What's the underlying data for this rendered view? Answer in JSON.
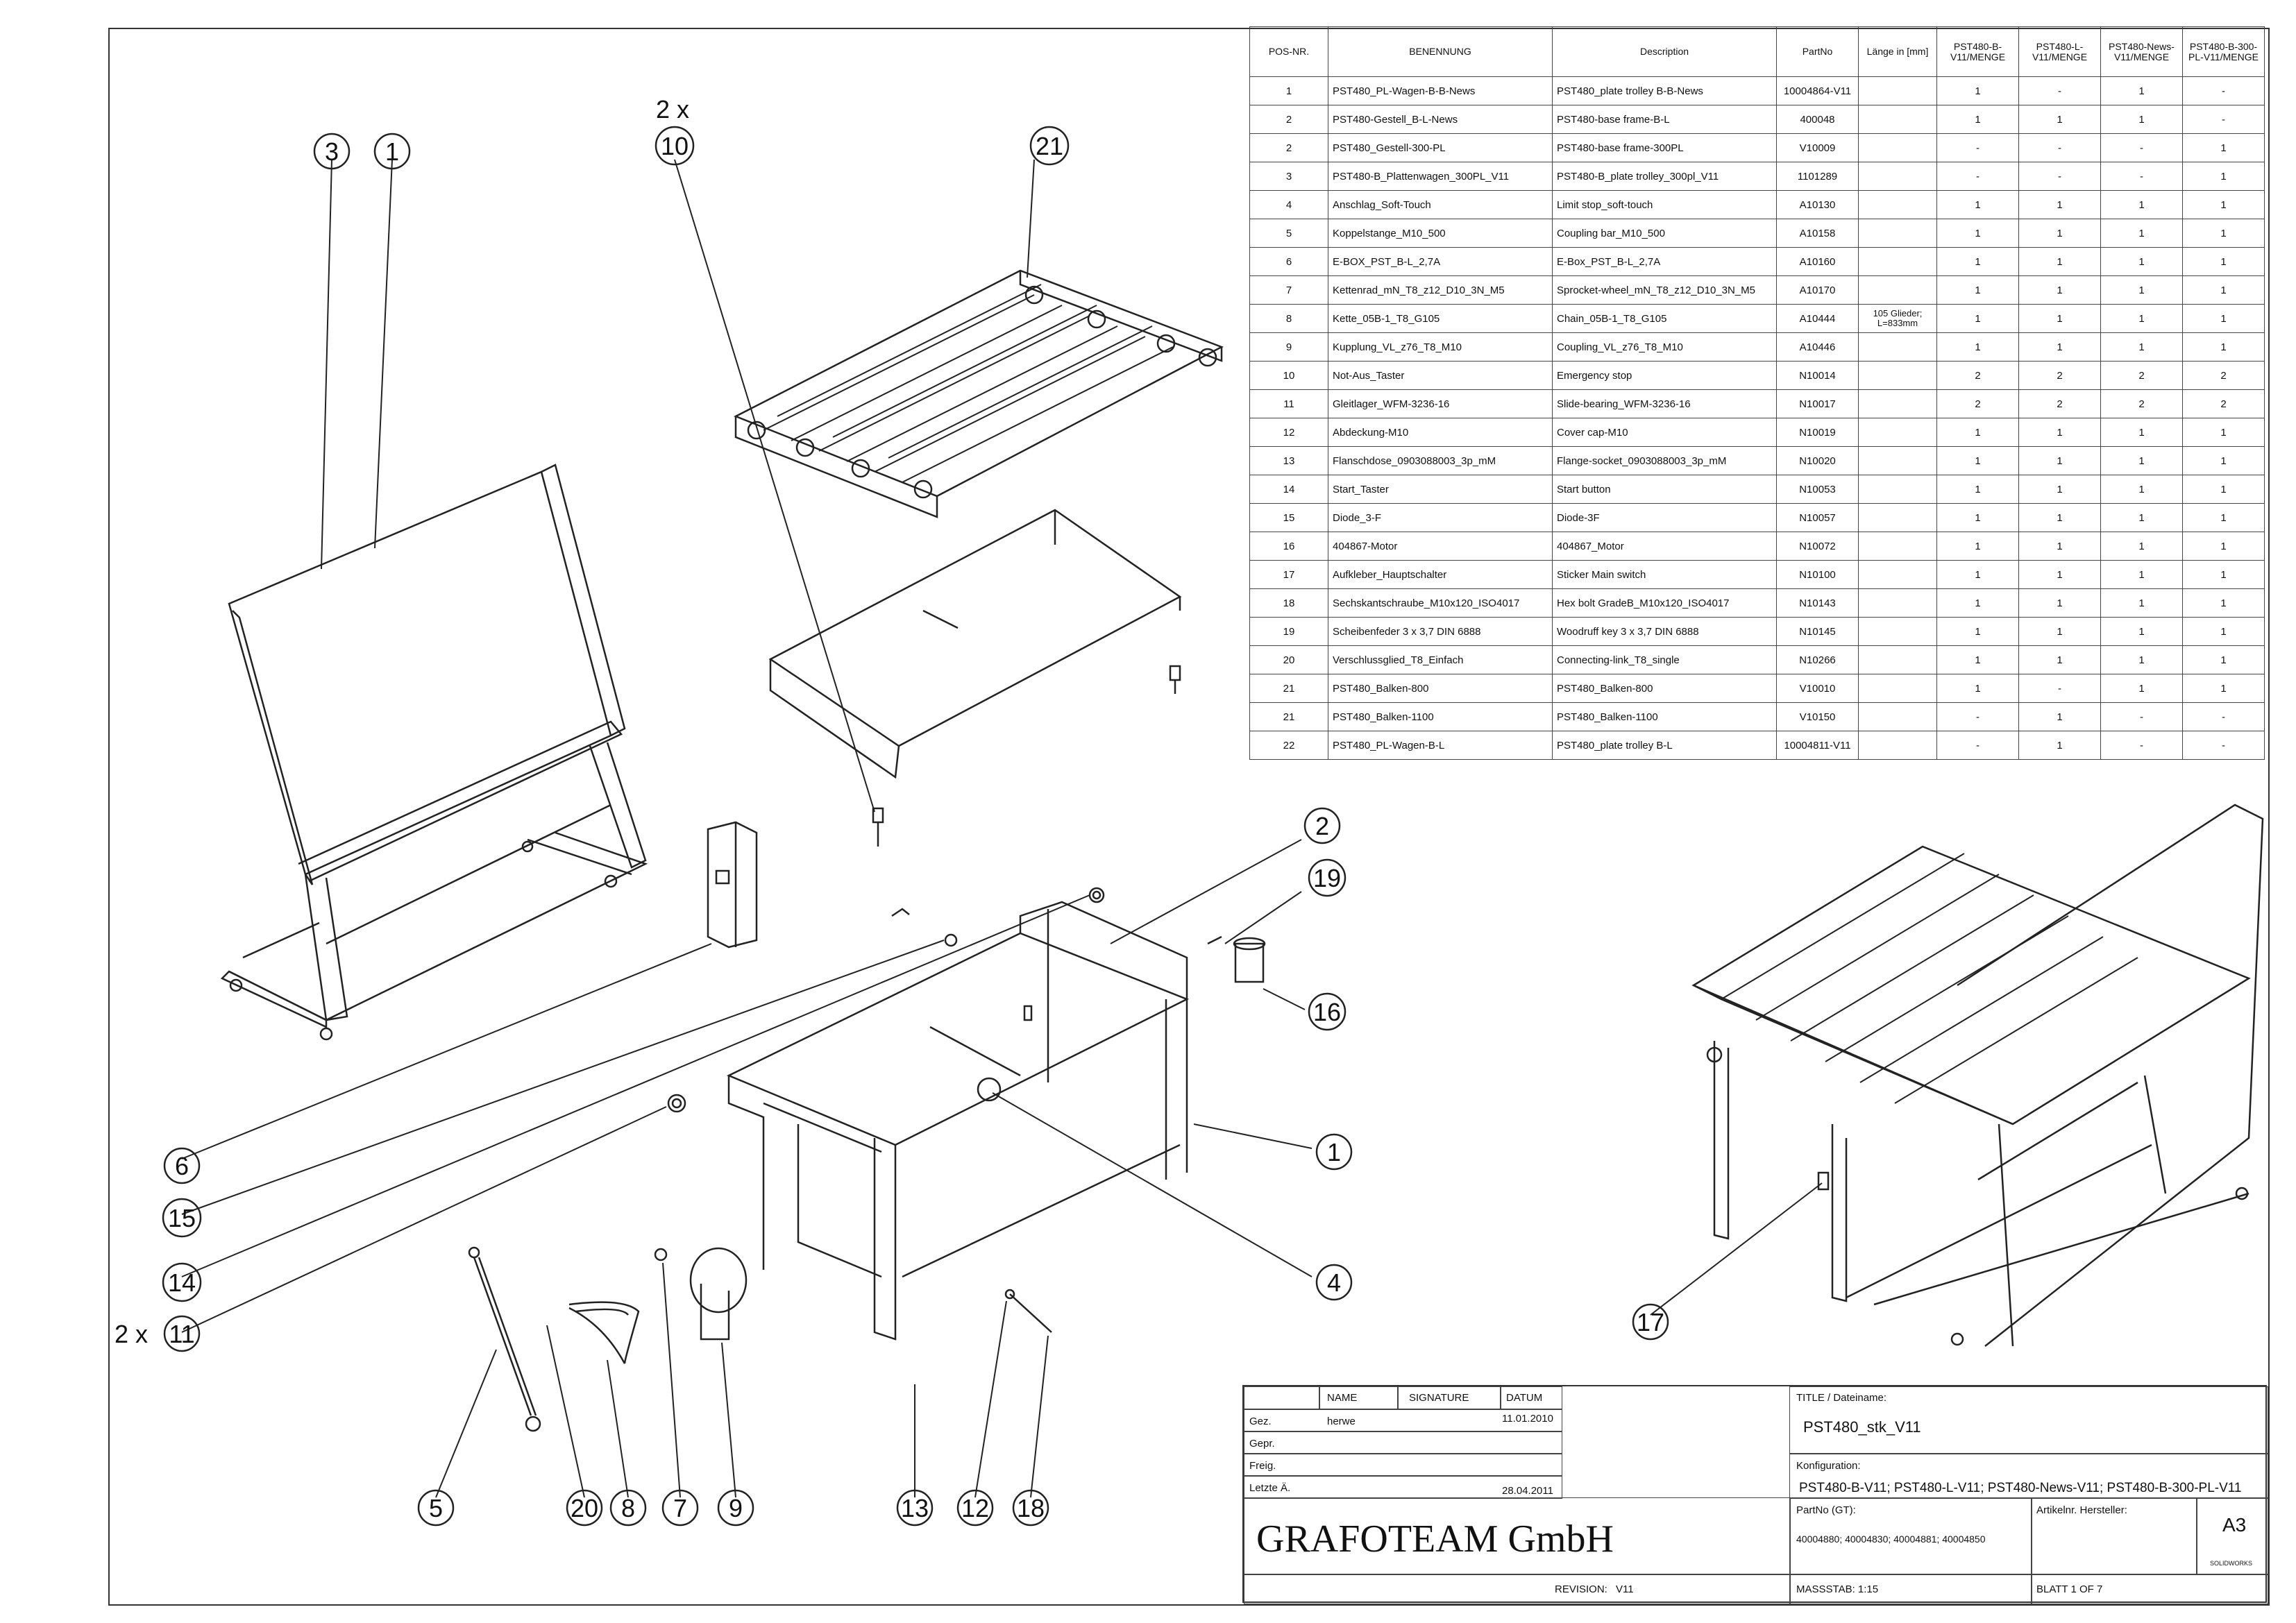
{
  "multiplier_10": "2 x",
  "multiplier_11": "2 x",
  "balloons": [
    {
      "id": "b-3",
      "label": "3"
    },
    {
      "id": "b-1a",
      "label": "1"
    },
    {
      "id": "b-10",
      "label": "10"
    },
    {
      "id": "b-21",
      "label": "21"
    },
    {
      "id": "b-2",
      "label": "2"
    },
    {
      "id": "b-19",
      "label": "19"
    },
    {
      "id": "b-16",
      "label": "16"
    },
    {
      "id": "b-1b",
      "label": "1"
    },
    {
      "id": "b-6",
      "label": "6"
    },
    {
      "id": "b-15",
      "label": "15"
    },
    {
      "id": "b-14",
      "label": "14"
    },
    {
      "id": "b-11",
      "label": "11"
    },
    {
      "id": "b-4",
      "label": "4"
    },
    {
      "id": "b-17",
      "label": "17"
    },
    {
      "id": "b-5",
      "label": "5"
    },
    {
      "id": "b-20",
      "label": "20"
    },
    {
      "id": "b-8",
      "label": "8"
    },
    {
      "id": "b-7",
      "label": "7"
    },
    {
      "id": "b-9",
      "label": "9"
    },
    {
      "id": "b-13",
      "label": "13"
    },
    {
      "id": "b-12",
      "label": "12"
    },
    {
      "id": "b-18",
      "label": "18"
    }
  ],
  "bom": {
    "headers": [
      "POS-NR.",
      "BENENNUNG",
      "Description",
      "PartNo",
      "Länge in [mm]",
      "PST480-B-V11/MENGE",
      "PST480-L-V11/MENGE",
      "PST480-News-V11/MENGE",
      "PST480-B-300-PL-V11/MENGE"
    ],
    "rows": [
      [
        "1",
        "PST480_PL-Wagen-B-B-News",
        "PST480_plate trolley B-B-News",
        "10004864-V11",
        "",
        "1",
        "-",
        "1",
        "-"
      ],
      [
        "2",
        "PST480-Gestell_B-L-News",
        "PST480-base frame-B-L",
        "400048",
        "",
        "1",
        "1",
        "1",
        "-"
      ],
      [
        "2",
        "PST480_Gestell-300-PL",
        "PST480-base frame-300PL",
        "V10009",
        "",
        "-",
        "-",
        "-",
        "1"
      ],
      [
        "3",
        "PST480-B_Plattenwagen_300PL_V11",
        "PST480-B_plate trolley_300pl_V11",
        "1101289",
        "",
        "-",
        "-",
        "-",
        "1"
      ],
      [
        "4",
        "Anschlag_Soft-Touch",
        "Limit stop_soft-touch",
        "A10130",
        "",
        "1",
        "1",
        "1",
        "1"
      ],
      [
        "5",
        "Koppelstange_M10_500",
        "Coupling bar_M10_500",
        "A10158",
        "",
        "1",
        "1",
        "1",
        "1"
      ],
      [
        "6",
        "E-BOX_PST_B-L_2,7A",
        "E-Box_PST_B-L_2,7A",
        "A10160",
        "",
        "1",
        "1",
        "1",
        "1"
      ],
      [
        "7",
        "Kettenrad_mN_T8_z12_D10_3N_M5",
        "Sprocket-wheel_mN_T8_z12_D10_3N_M5",
        "A10170",
        "",
        "1",
        "1",
        "1",
        "1"
      ],
      [
        "8",
        "Kette_05B-1_T8_G105",
        "Chain_05B-1_T8_G105",
        "A10444",
        "105 Glieder; L=833mm",
        "1",
        "1",
        "1",
        "1"
      ],
      [
        "9",
        "Kupplung_VL_z76_T8_M10",
        "Coupling_VL_z76_T8_M10",
        "A10446",
        "",
        "1",
        "1",
        "1",
        "1"
      ],
      [
        "10",
        "Not-Aus_Taster",
        "Emergency stop",
        "N10014",
        "",
        "2",
        "2",
        "2",
        "2"
      ],
      [
        "11",
        "Gleitlager_WFM-3236-16",
        "Slide-bearing_WFM-3236-16",
        "N10017",
        "",
        "2",
        "2",
        "2",
        "2"
      ],
      [
        "12",
        "Abdeckung-M10",
        "Cover cap-M10",
        "N10019",
        "",
        "1",
        "1",
        "1",
        "1"
      ],
      [
        "13",
        "Flanschdose_0903088003_3p_mM",
        "Flange-socket_0903088003_3p_mM",
        "N10020",
        "",
        "1",
        "1",
        "1",
        "1"
      ],
      [
        "14",
        "Start_Taster",
        "Start button",
        "N10053",
        "",
        "1",
        "1",
        "1",
        "1"
      ],
      [
        "15",
        "Diode_3-F",
        "Diode-3F",
        "N10057",
        "",
        "1",
        "1",
        "1",
        "1"
      ],
      [
        "16",
        "404867-Motor",
        "404867_Motor",
        "N10072",
        "",
        "1",
        "1",
        "1",
        "1"
      ],
      [
        "17",
        "Aufkleber_Hauptschalter",
        "Sticker Main switch",
        "N10100",
        "",
        "1",
        "1",
        "1",
        "1"
      ],
      [
        "18",
        "Sechskantschraube_M10x120_ISO4017",
        "Hex bolt GradeB_M10x120_ISO4017",
        "N10143",
        "",
        "1",
        "1",
        "1",
        "1"
      ],
      [
        "19",
        "Scheibenfeder 3 x 3,7 DIN 6888",
        "Woodruff key 3 x 3,7 DIN 6888",
        "N10145",
        "",
        "1",
        "1",
        "1",
        "1"
      ],
      [
        "20",
        "Verschlussglied_T8_Einfach",
        "Connecting-link_T8_single",
        "N10266",
        "",
        "1",
        "1",
        "1",
        "1"
      ],
      [
        "21",
        "PST480_Balken-800",
        "PST480_Balken-800",
        "V10010",
        "",
        "1",
        "-",
        "1",
        "1"
      ],
      [
        "21",
        "PST480_Balken-1100",
        "PST480_Balken-1100",
        "V10150",
        "",
        "-",
        "1",
        "-",
        "-"
      ],
      [
        "22",
        "PST480_PL-Wagen-B-L",
        "PST480_plate trolley B-L",
        "10004811-V11",
        "",
        "-",
        "1",
        "-",
        "-"
      ]
    ]
  },
  "title_block": {
    "col_name": "NAME",
    "col_signature": "SIGNATURE",
    "col_datum": "DATUM",
    "row_gez": "Gez.",
    "row_gepr": "Gepr.",
    "row_freig": "Freig.",
    "row_letzte": "Letzte Ä.",
    "gez_name": "herwe",
    "gez_date": "11.01.2010",
    "letzte_date": "28.04.2011",
    "title_label": "TITLE / Dateiname:",
    "title_value": "PST480_stk_V11",
    "konfig_label": "Konfiguration:",
    "konfig_value": "PST480-B-V11; PST480-L-V11; PST480-News-V11; PST480-B-300-PL-V11",
    "partno_label": "PartNo (GT):",
    "partno_value": "40004880; 40004830; 40004881; 40004850",
    "artikel_label": "Artikelnr. Hersteller:",
    "format": "A3",
    "company": "GRAFOTEAM GmbH",
    "revision_label": "REVISION:",
    "revision_value": "V11",
    "massstab": "MASSSTAB: 1:15",
    "blatt": "BLATT 1 OF 7",
    "solidworks": "SOLIDWORKS"
  }
}
